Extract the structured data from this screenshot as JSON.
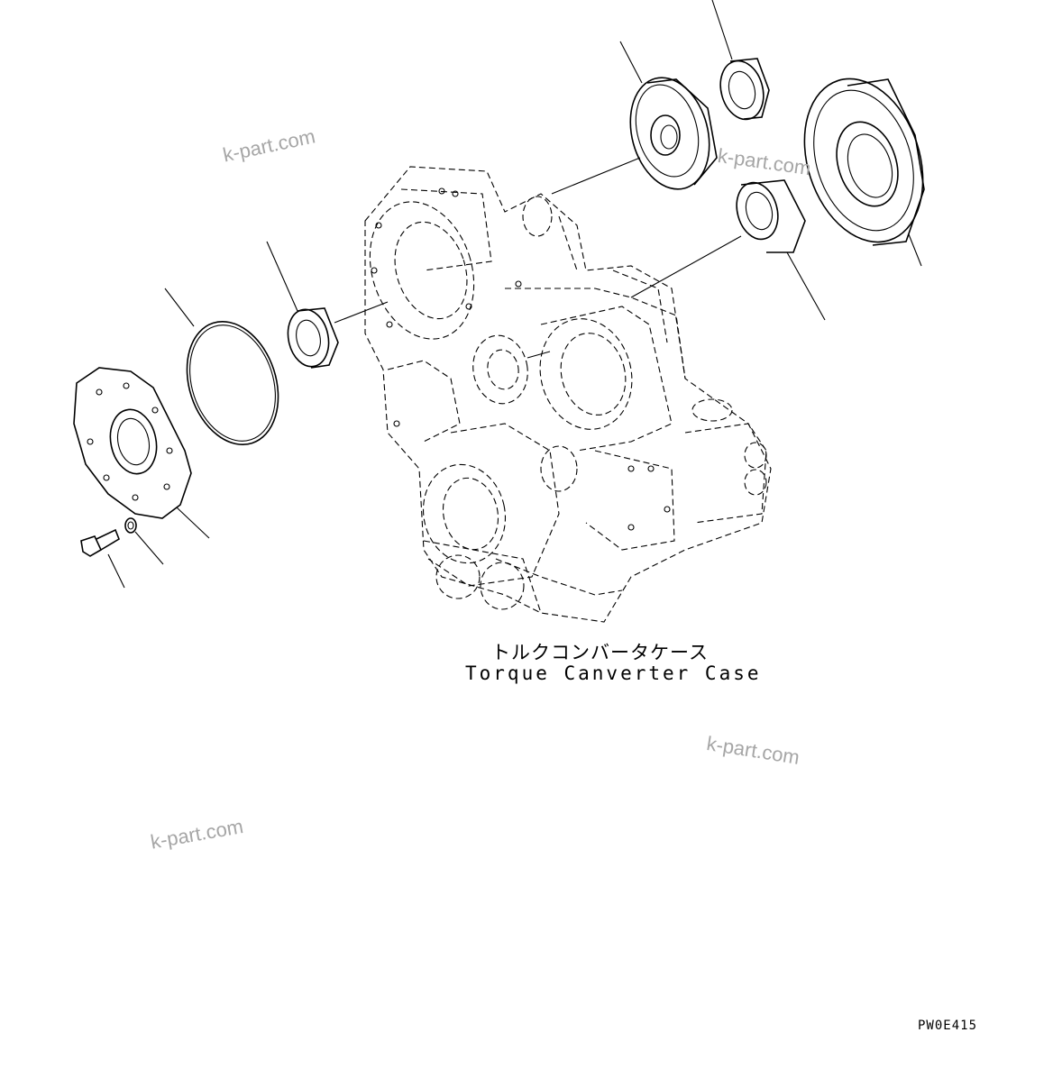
{
  "diagram": {
    "caption_jp": "トルクコンバータケース",
    "caption_en": "Torque Canverter Case",
    "drawing_code": "PW0E415"
  },
  "watermarks": [
    "k-part.com",
    "k-part.com",
    "k-part.com",
    "k-part.com"
  ]
}
